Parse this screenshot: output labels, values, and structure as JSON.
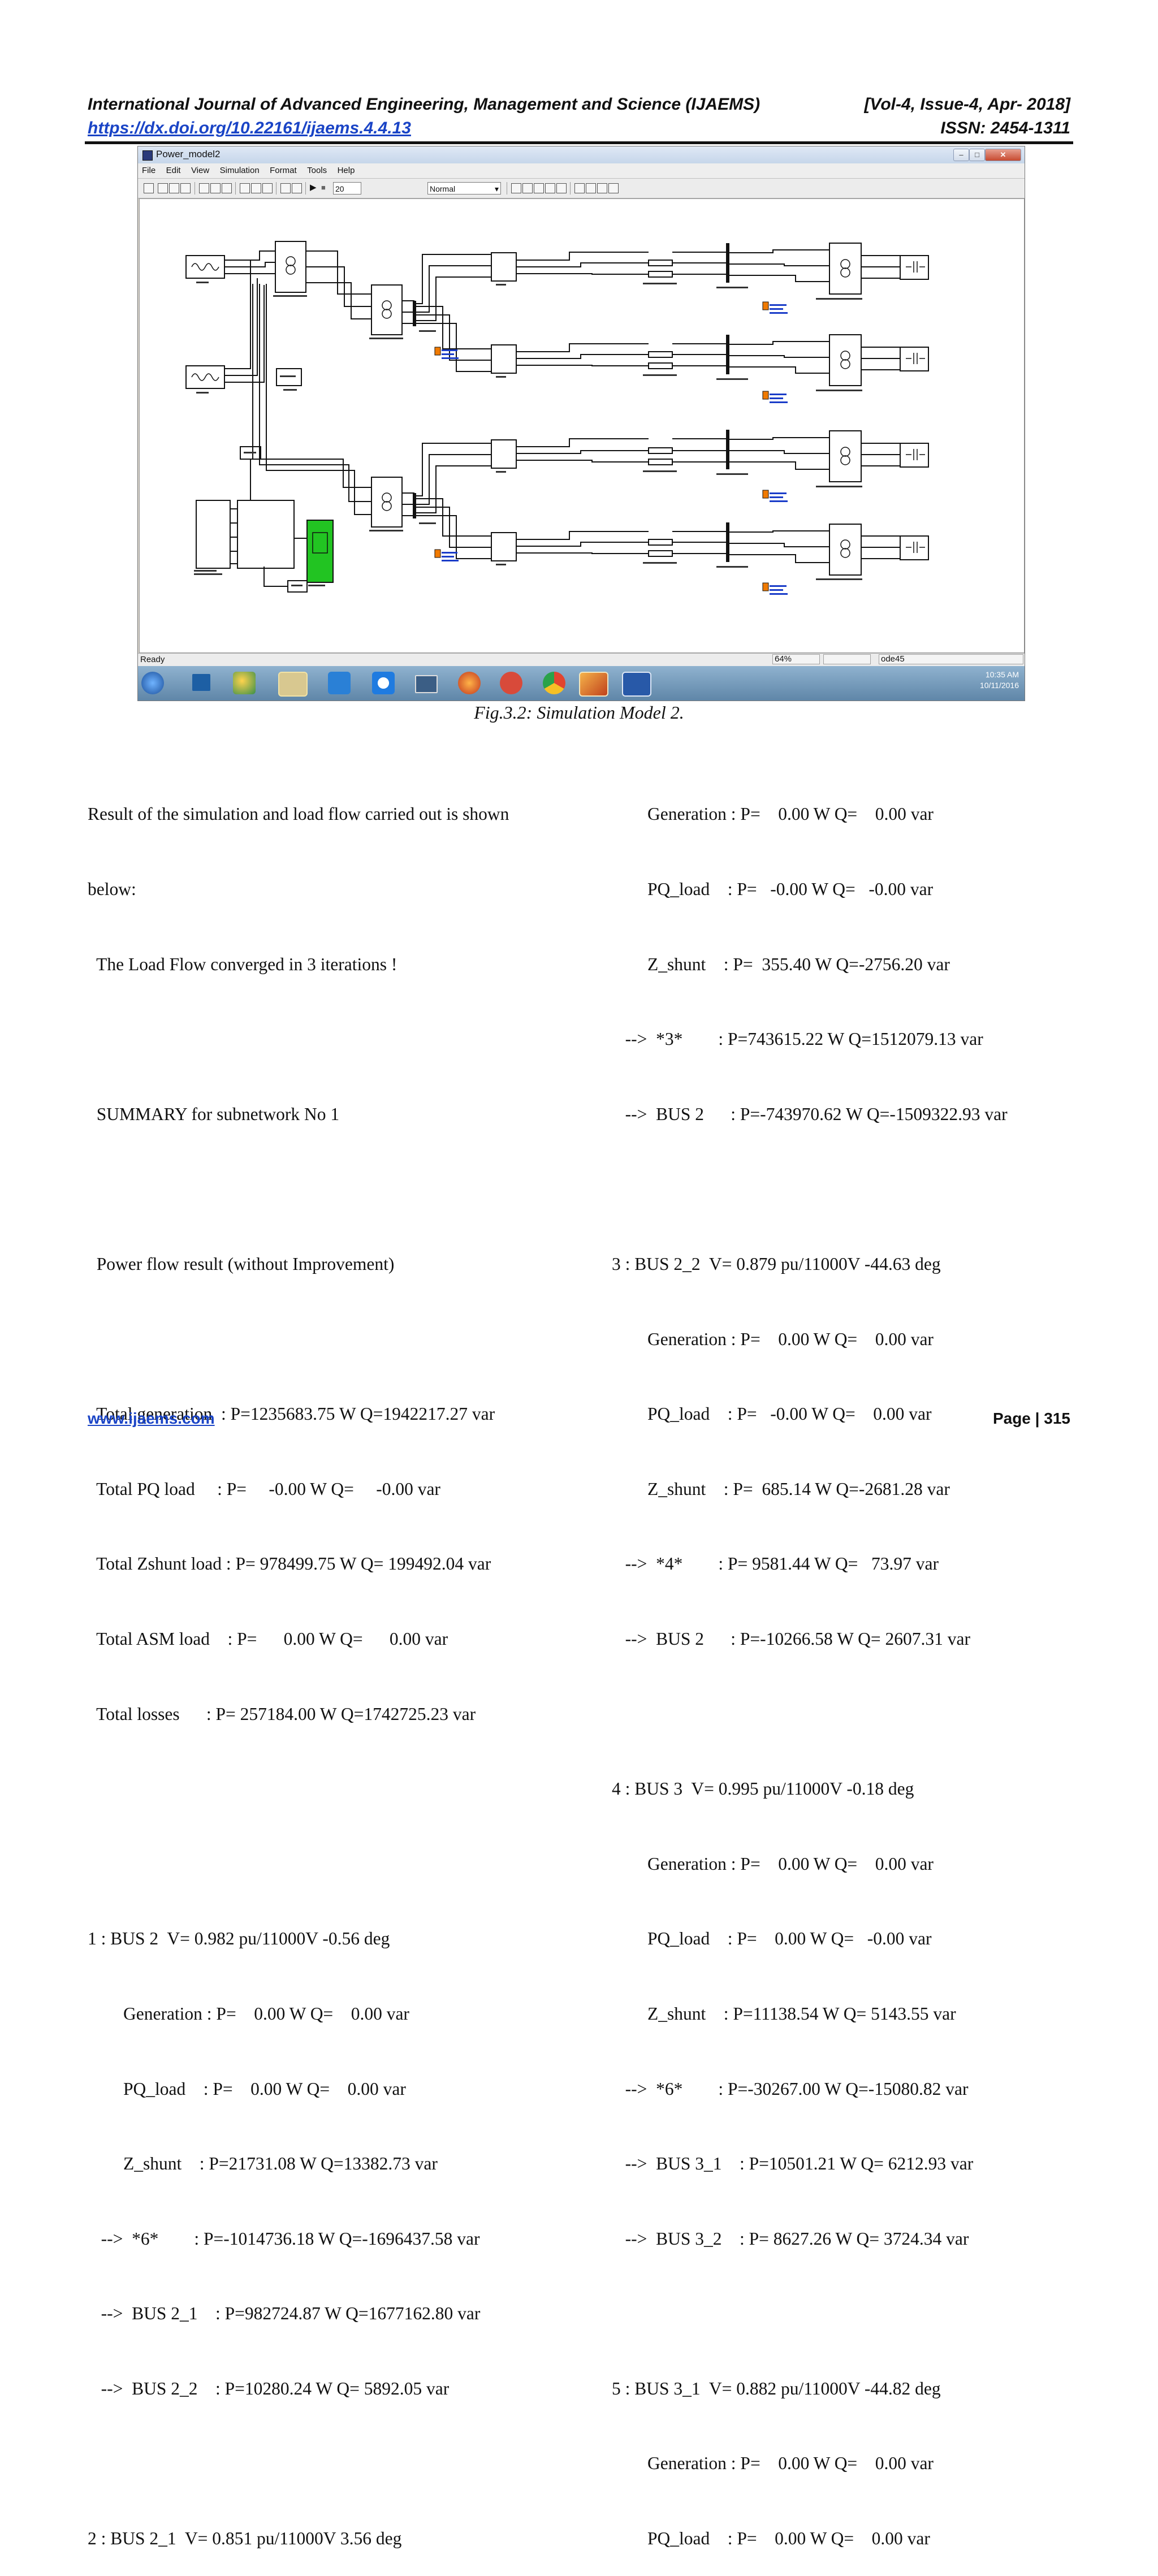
{
  "header": {
    "journal": "International Journal of Advanced Engineering, Management and Science (IJAEMS)",
    "volume": "[Vol-4, Issue-4, Apr- 2018]",
    "doi": "https://dx.doi.org/10.22161/ijaems.4.4.13",
    "issn": "ISSN: 2454-1311"
  },
  "window": {
    "title": "Power_model2",
    "menu": [
      "File",
      "Edit",
      "View",
      "Simulation",
      "Format",
      "Tools",
      "Help"
    ],
    "sim_time": "20",
    "sim_mode": "Normal",
    "status": "Ready",
    "zoom": "64%",
    "solver": "ode45"
  },
  "taskbar": {
    "time": "10:35 AM",
    "date": "10/11/2016"
  },
  "caption": "Fig.3.2: Simulation Model 2.",
  "left_column": [
    "Result of the simulation and load flow carried out is shown",
    "below:",
    "  The Load Flow converged in 3 iterations !",
    "",
    "  SUMMARY for subnetwork No 1",
    "",
    "  Power flow result (without Improvement)",
    "",
    "  Total generation  : P=1235683.75 W Q=1942217.27 var",
    "  Total PQ load     : P=     -0.00 W Q=     -0.00 var",
    "  Total Zshunt load : P= 978499.75 W Q= 199492.04 var",
    "  Total ASM load    : P=      0.00 W Q=      0.00 var",
    "  Total losses      : P= 257184.00 W Q=1742725.23 var",
    "",
    "",
    "1 : BUS 2  V= 0.982 pu/11000V -0.56 deg",
    "        Generation : P=    0.00 W Q=    0.00 var",
    "        PQ_load    : P=    0.00 W Q=    0.00 var",
    "        Z_shunt    : P=21731.08 W Q=13382.73 var",
    "   -->  *6*        : P=-1014736.18 W Q=-1696437.58 var",
    "   -->  BUS 2_1    : P=982724.87 W Q=1677162.80 var",
    "   -->  BUS 2_2    : P=10280.24 W Q= 5892.05 var",
    "",
    "2 : BUS 2_1  V= 0.851 pu/11000V 3.56 deg"
  ],
  "right_column": [
    "        Generation : P=    0.00 W Q=    0.00 var",
    "        PQ_load    : P=   -0.00 W Q=   -0.00 var",
    "        Z_shunt    : P=  355.40 W Q=-2756.20 var",
    "   -->  *3*        : P=743615.22 W Q=1512079.13 var",
    "   -->  BUS 2      : P=-743970.62 W Q=-1509322.93 var",
    "",
    "3 : BUS 2_2  V= 0.879 pu/11000V -44.63 deg",
    "        Generation : P=    0.00 W Q=    0.00 var",
    "        PQ_load    : P=   -0.00 W Q=    0.00 var",
    "        Z_shunt    : P=  685.14 W Q=-2681.28 var",
    "   -->  *4*        : P= 9581.44 W Q=   73.97 var",
    "   -->  BUS 2      : P=-10266.58 W Q= 2607.31 var",
    "",
    "4 : BUS 3  V= 0.995 pu/11000V -0.18 deg",
    "        Generation : P=    0.00 W Q=    0.00 var",
    "        PQ_load    : P=    0.00 W Q=   -0.00 var",
    "        Z_shunt    : P=11138.54 W Q= 5143.55 var",
    "   -->  *6*        : P=-30267.00 W Q=-15080.82 var",
    "   -->  BUS 3_1    : P=10501.21 W Q= 6212.93 var",
    "   -->  BUS 3_2    : P= 8627.26 W Q= 3724.34 var",
    "",
    "5 : BUS 3_1  V= 0.882 pu/11000V -44.82 deg",
    "        Generation : P=    0.00 W Q=    0.00 var",
    "        PQ_load    : P=    0.00 W Q=    0.00 var"
  ],
  "footer": {
    "website": "www.ijaems.com",
    "page": "Page | 315"
  }
}
